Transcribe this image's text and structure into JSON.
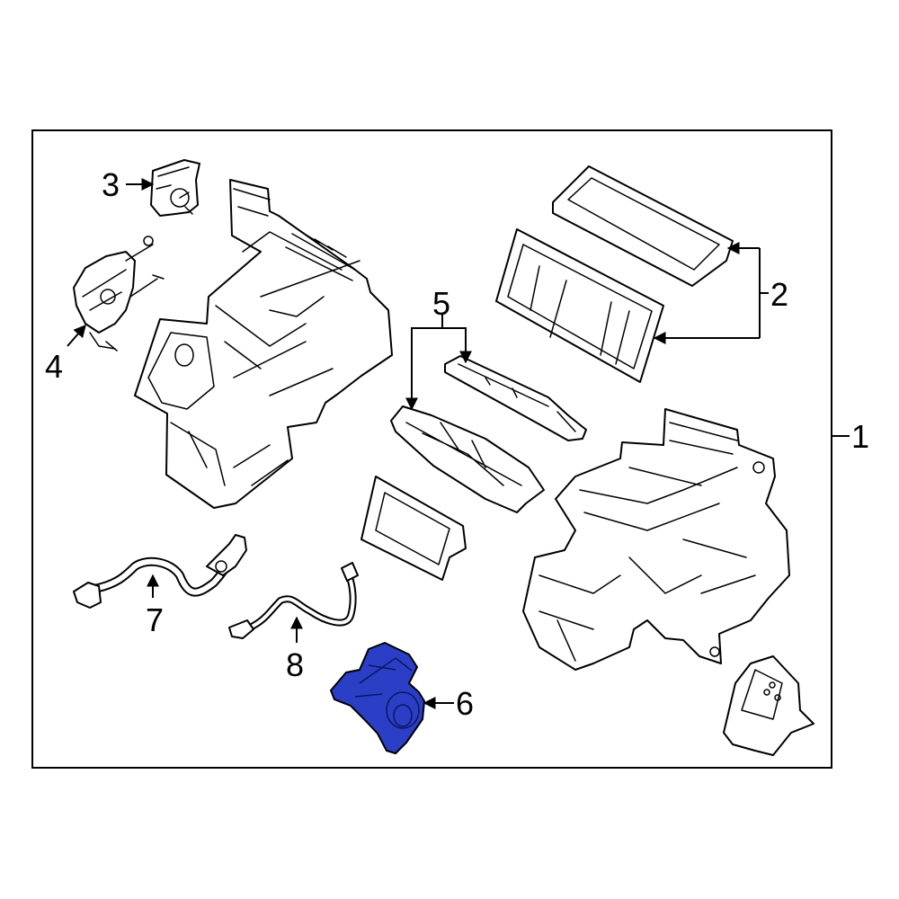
{
  "diagram": {
    "callouts": [
      {
        "id": "1",
        "label": "1"
      },
      {
        "id": "2",
        "label": "2"
      },
      {
        "id": "3",
        "label": "3"
      },
      {
        "id": "4",
        "label": "4"
      },
      {
        "id": "5",
        "label": "5"
      },
      {
        "id": "6",
        "label": "6",
        "highlighted": true
      },
      {
        "id": "7",
        "label": "7"
      },
      {
        "id": "8",
        "label": "8"
      }
    ],
    "highlight_color": "#2a3fc6"
  }
}
